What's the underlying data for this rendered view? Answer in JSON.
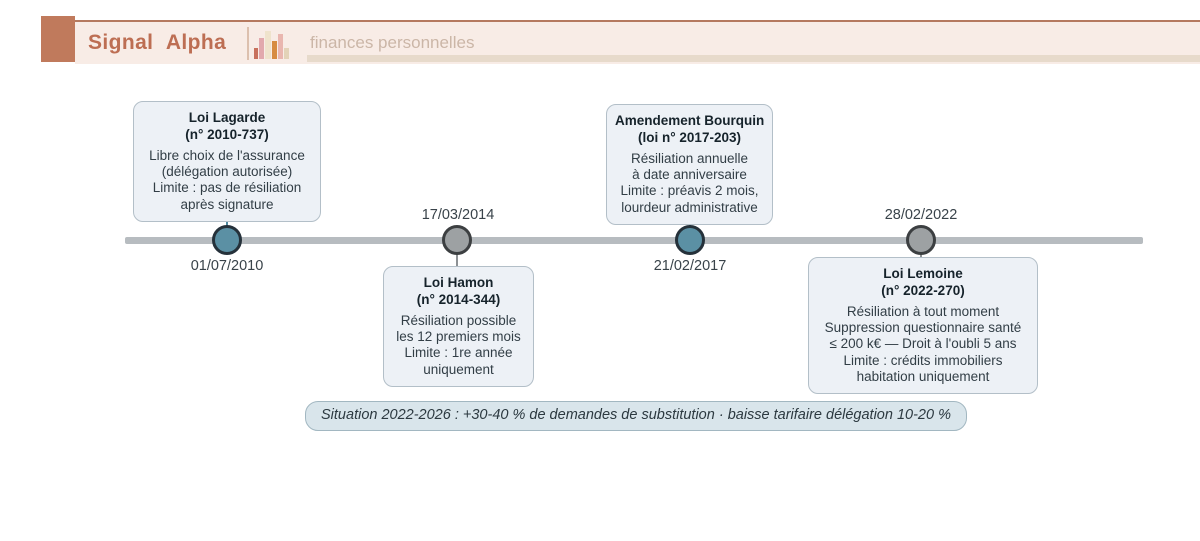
{
  "header": {
    "brand": "Signal Alpha",
    "tagline": "finances personnelles",
    "accent_color": "#c07a5c",
    "band_bg": "#f8ece6"
  },
  "timeline": {
    "bar_color": "#b7bcc0",
    "node_colors": {
      "teal": "#5b90a4",
      "gray": "#9da1a3"
    },
    "events": [
      {
        "date": "01/07/2010",
        "node_color": "teal",
        "card_position": "above",
        "title1": "Loi Lagarde",
        "title2": "(n° 2010-737)",
        "body": [
          "Libre choix de l'assurance",
          "(délégation autorisée)",
          "Limite : pas de résiliation",
          "après signature"
        ]
      },
      {
        "date": "17/03/2014",
        "node_color": "gray",
        "card_position": "below",
        "title1": "Loi Hamon",
        "title2": "(n° 2014-344)",
        "body": [
          "Résiliation possible",
          "les 12 premiers mois",
          "Limite : 1re année",
          "uniquement"
        ]
      },
      {
        "date": "21/02/2017",
        "node_color": "teal",
        "card_position": "above",
        "title1": "Amendement Bourquin",
        "title2": "(loi n° 2017-203)",
        "body": [
          "Résiliation annuelle",
          "à date anniversaire",
          "Limite : préavis 2 mois,",
          "lourdeur administrative"
        ]
      },
      {
        "date": "28/02/2022",
        "node_color": "gray",
        "card_position": "below",
        "title1": "Loi Lemoine",
        "title2": "(n° 2022-270)",
        "body": [
          "Résiliation à tout moment",
          "Suppression questionnaire santé",
          "≤ 200 k€ — Droit à l'oubli 5 ans",
          "Limite : crédits immobiliers",
          "habitation uniquement"
        ]
      }
    ]
  },
  "note": {
    "text": "Situation 2022-2026 : +30-40 % de demandes de substitution · baisse tarifaire délégation 10-20 %"
  }
}
